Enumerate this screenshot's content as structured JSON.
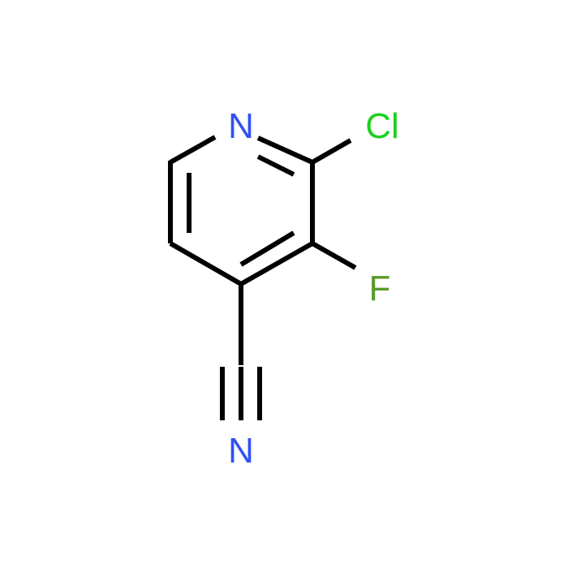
{
  "molecule": {
    "atoms": [
      {
        "id": "n1",
        "symbol": "N",
        "color": "#3050F8"
      },
      {
        "id": "cl",
        "symbol": "Cl",
        "color": "#1FD01F"
      },
      {
        "id": "f",
        "symbol": "F",
        "color": "#5A9A2C"
      },
      {
        "id": "n2",
        "symbol": "N",
        "color": "#3050F8"
      }
    ],
    "bond_color": "#000000"
  }
}
